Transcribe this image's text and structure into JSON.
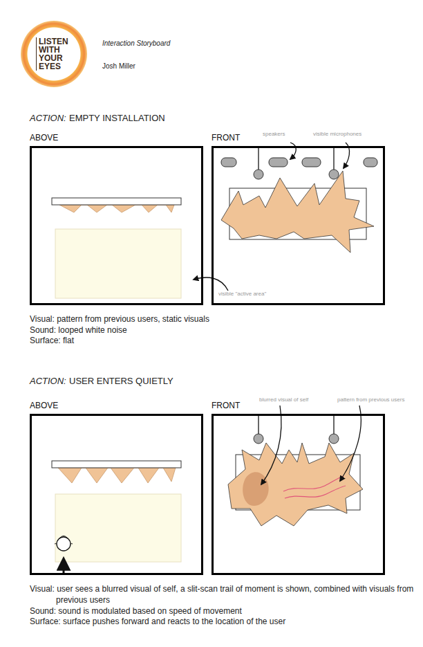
{
  "diagram": {
    "title": "Interaction Storyboard",
    "nodes": [
      {
        "text": [
          "LISTEN WITH YOUR EYES"
        ]
      },
      {
        "text": [
          "ABOVE"
        ]
      },
      {
        "text": [
          "FRONT"
        ]
      },
      {
        "text": [
          "ABOVE"
        ]
      },
      {
        "text": [
          "FRONT"
        ]
      }
    ],
    "labels": [
      "Josh Miller",
      "ACTION:",
      "EMPTY INSTALLATION",
      "speakers",
      "visible microphones",
      "visible \"active area\"",
      "Visual: pattern from previous users, static visuals",
      "Sound: looped white noise",
      "Surface: flat",
      "ACTION:",
      "USER ENTERS QUIETLY",
      "blurred visual of self",
      "pattern from previous users",
      "Visual: user sees a blurred visual of self, a slit-scan trail of moment is shown, combined with visuals from previous users",
      "Sound: sound is modulated based on speed of movement",
      "Surface: surface pushes forward and reacts to the location of the user"
    ]
  }
}
